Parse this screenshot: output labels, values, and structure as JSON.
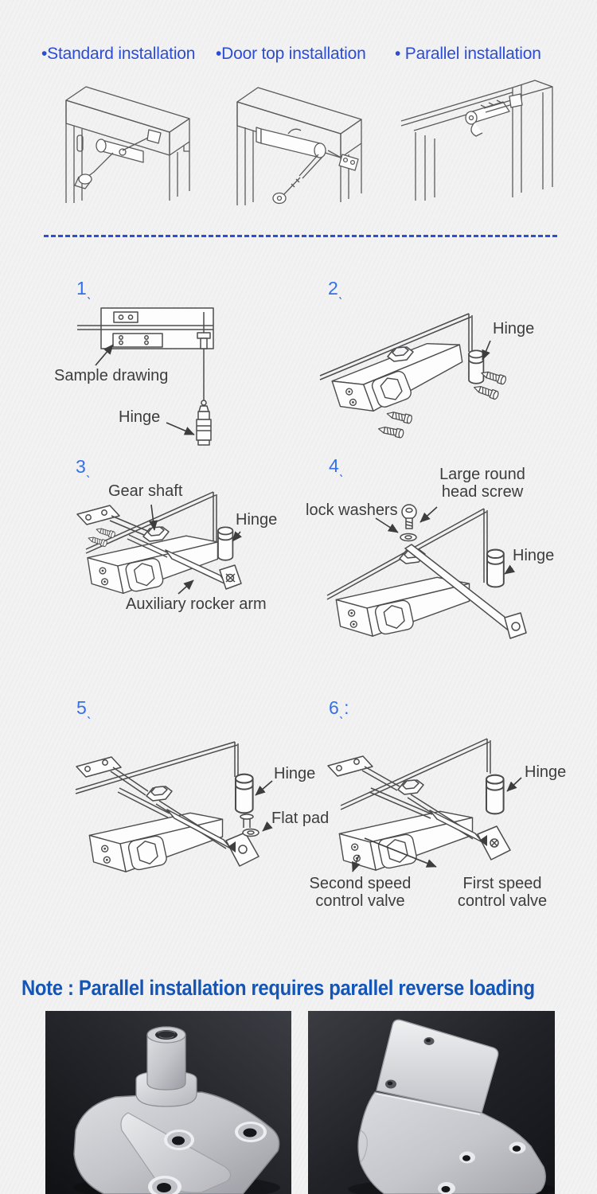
{
  "header": {
    "items": [
      {
        "label": "•Standard installation"
      },
      {
        "label": "•Door top installation"
      },
      {
        "label": "• Parallel installation"
      }
    ]
  },
  "enum_mark": "ˎ",
  "steps": {
    "s1": {
      "num": "1",
      "sample_drawing": "Sample drawing",
      "hinge": "Hinge"
    },
    "s2": {
      "num": "2",
      "hinge": "Hinge"
    },
    "s3": {
      "num": "3",
      "gear_shaft": "Gear shaft",
      "hinge": "Hinge",
      "aux_arm": "Auxiliary rocker arm"
    },
    "s4": {
      "num": "4",
      "screw": "Large round head screw",
      "washers": "lock washers",
      "hinge": "Hinge"
    },
    "s5": {
      "num": "5",
      "hinge": "Hinge",
      "flat_pad": "Flat pad",
      "second_valve": "Second speed control valve"
    },
    "s6": {
      "num": "6",
      "extra": ":",
      "hinge": "Hinge",
      "first_valve": "First speed control valve"
    }
  },
  "note": {
    "text": "Note : Parallel installation requires parallel reverse loading"
  },
  "colors": {
    "accent_blue": "#2b4cd3",
    "step_number_blue": "#3470e8",
    "note_blue": "#1456b8",
    "line_art": "#4c4c4c",
    "label_gray": "#3d3d3d",
    "photo_background": "#1a1b1f"
  },
  "photos": {
    "left_name": "parallel-bracket-plate-photo",
    "right_name": "l-shaped-bracket-photo"
  }
}
